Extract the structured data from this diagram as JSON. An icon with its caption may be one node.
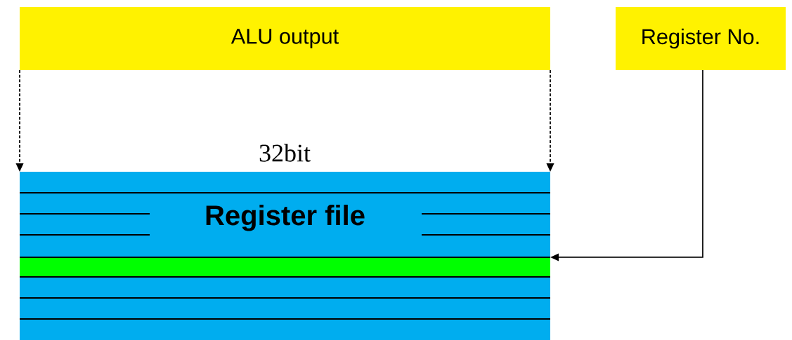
{
  "diagram": {
    "nodes": [
      {
        "text": [
          "ALU output"
        ]
      },
      {
        "text": [
          "Register No."
        ]
      },
      {
        "text": [
          "Register file"
        ]
      }
    ],
    "edges": [
      {
        "from": 0,
        "to": 2,
        "arrow": "to",
        "style": "dashed"
      },
      {
        "from": 0,
        "to": 2,
        "arrow": "to",
        "style": "dashed"
      },
      {
        "from": 1,
        "to": 2,
        "arrow": "to"
      }
    ],
    "labels": [
      "32bit"
    ]
  }
}
